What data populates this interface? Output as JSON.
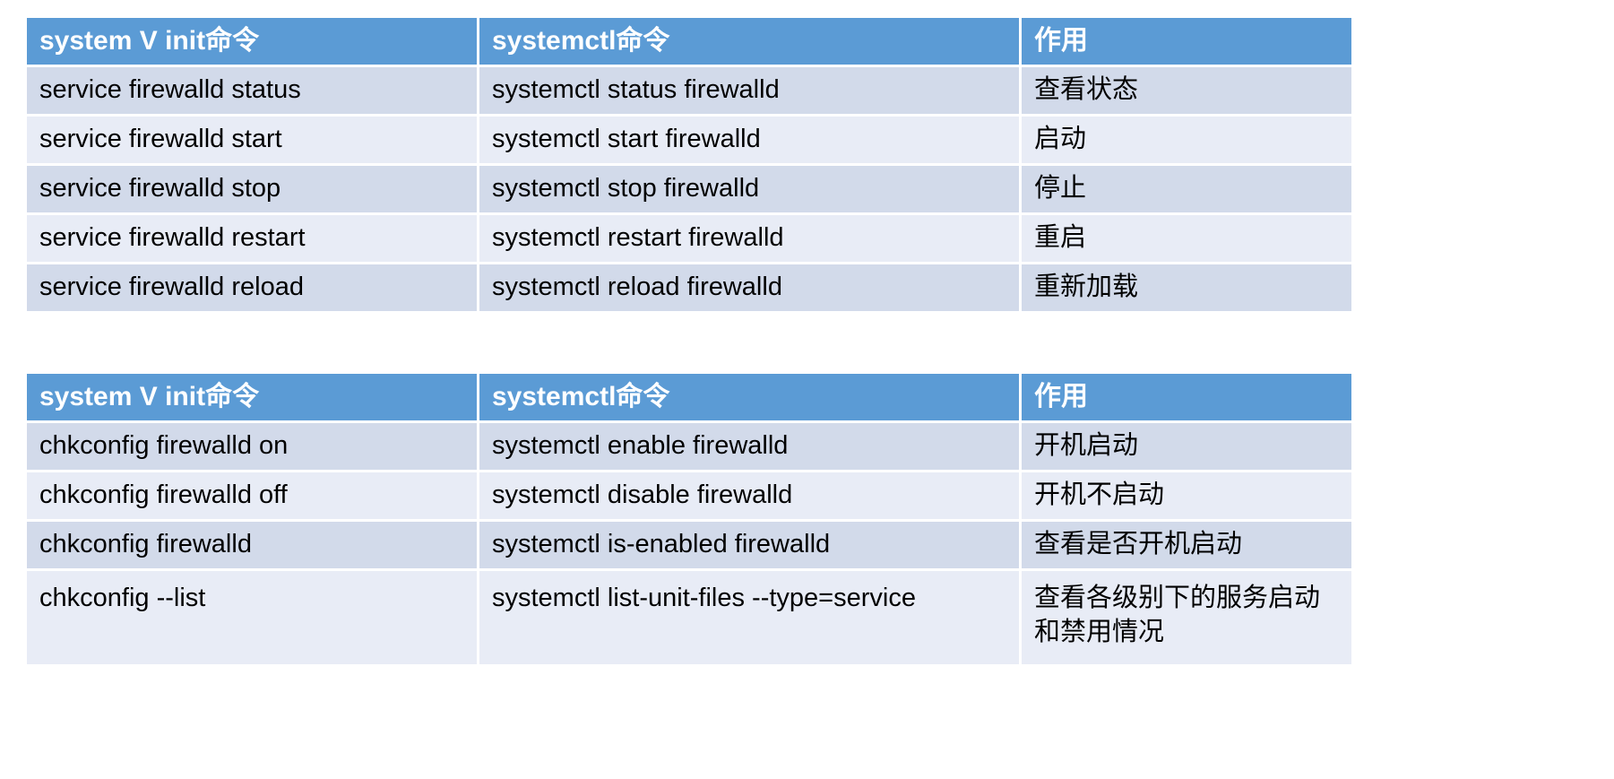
{
  "tables": [
    {
      "id": "table-services",
      "name": "service-command-mapping-table",
      "headers": [
        "system V init命令",
        "systemctl命令",
        "作用"
      ],
      "rows": [
        [
          "service firewalld status",
          "systemctl status firewalld",
          "查看状态"
        ],
        [
          "service firewalld start",
          "systemctl start firewalld",
          "启动"
        ],
        [
          "service firewalld stop",
          "systemctl stop firewalld",
          "停止"
        ],
        [
          "service firewalld restart",
          "systemctl restart firewalld",
          "重启"
        ],
        [
          "service firewalld reload",
          "systemctl reload firewalld",
          "重新加载"
        ]
      ]
    },
    {
      "id": "table-boot",
      "name": "boot-command-mapping-table",
      "headers": [
        "system V init命令",
        "systemctl命令",
        "作用"
      ],
      "rows": [
        [
          "chkconfig firewalld on",
          "systemctl enable firewalld",
          "开机启动"
        ],
        [
          "chkconfig firewalld off",
          "systemctl disable firewalld",
          "开机不启动"
        ],
        [
          "chkconfig firewalld",
          "systemctl is-enabled firewalld",
          "查看是否开机启动"
        ],
        [
          "chkconfig  --list",
          "systemctl list-unit-files --type=service",
          "查看各级别下的服务启动和禁用情况"
        ]
      ]
    }
  ],
  "colors": {
    "header_blue": "#5B9BD5",
    "row_dark": "#D2DAEA",
    "row_light": "#E8ECF6",
    "header_text": "#FFFFFF",
    "body_text": "#000000",
    "page_background": "#FFFFFF"
  }
}
